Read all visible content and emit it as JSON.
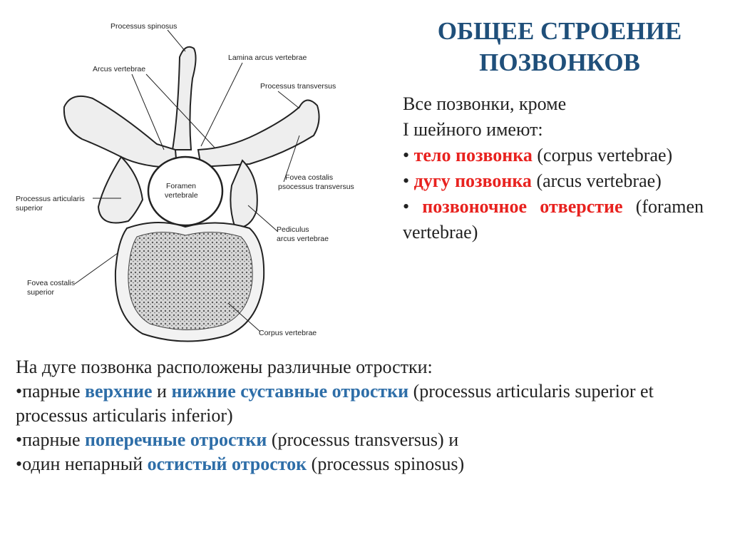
{
  "title": {
    "line1": "ОБЩЕЕ СТРОЕНИЕ",
    "line2": "ПОЗВОНКОВ"
  },
  "intro": {
    "line1": "Все позвонки, кроме",
    "line2": "I шейного имеют:",
    "bullet": "•",
    "items": [
      {
        "term": "тело позвонка",
        "latin": "(corpus vertebrae)"
      },
      {
        "term": "дугу позвонка",
        "latin": "(arcus vertebrae)"
      },
      {
        "term": "позвоночное отверстие",
        "latin": "(foramen vertebrae)"
      }
    ]
  },
  "figure_labels": {
    "processus_spinosus": "Processus spinosus",
    "lamina": "Lamina arcus vertebrae",
    "arcus": "Arcus vertebrae",
    "transversus": "Processus transversus",
    "foramen1": "Foramen",
    "foramen2": "vertebrale",
    "fovea_tr1": "Fovea costalis",
    "fovea_tr2": "psocessus transversus",
    "articularis1": "Processus articularis",
    "articularis2": "superior",
    "pediculus1": "Pediculus",
    "pediculus2": "arcus vertebrae",
    "fovea_sup1": "Fovea costalis",
    "fovea_sup2": "superior",
    "corpus": "Corpus vertebrae"
  },
  "lower": {
    "intro": "На дуге позвонка расположены различные отростки:",
    "l1_a": "•парные ",
    "l1_b": "верхние",
    "l1_c": " и ",
    "l1_d": "нижние суставные отростки",
    "l1_e": " (processus articularis superior  et processus articularis  inferior)",
    "l2_a": "•парные ",
    "l2_b": "поперечные отростки",
    "l2_c": " (processus transversus) и",
    "l3_a": "•один непарный ",
    "l3_b": "остистый отросток",
    "l3_c": " (processus spinosus)"
  },
  "colors": {
    "title": "#1f4f7a",
    "term_red": "#e8221f",
    "term_blue": "#2e6ea8"
  }
}
